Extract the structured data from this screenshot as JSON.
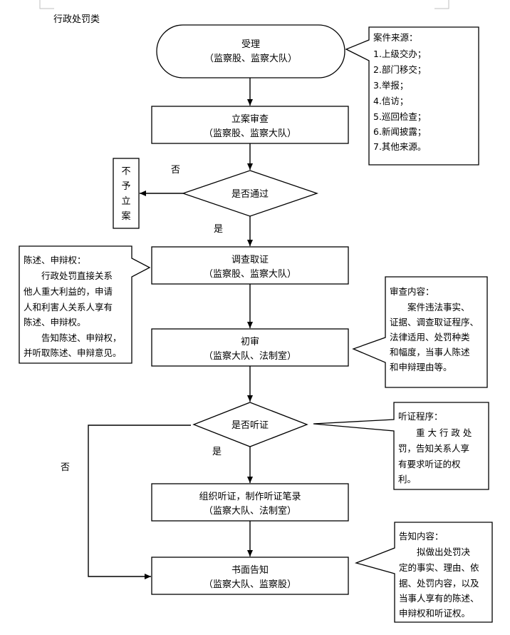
{
  "page_title": "行政处罚类",
  "nodes": {
    "accept": {
      "line1": "受理",
      "line2": "（监察股、监察大队）"
    },
    "register": {
      "line1": "立案审查",
      "line2": "（监察股、监察大队）"
    },
    "pass_q": {
      "label": "是否通过"
    },
    "not_filed": {
      "chars": [
        "不",
        "予",
        "立",
        "案"
      ]
    },
    "investigate": {
      "line1": "调查取证",
      "line2": "（监察股、监察大队）"
    },
    "review": {
      "line1": "初审",
      "line2": "（监察大队、法制室）"
    },
    "hearing_q": {
      "label": "是否听证"
    },
    "hearing": {
      "line1": "组织听证，制作听证笔录",
      "line2": "（监察大队、法制室）"
    },
    "notify": {
      "line1": "书面告知",
      "line2": "（监察大队、监察股）"
    }
  },
  "edge_labels": {
    "no_pass": "否",
    "yes_pass": "是",
    "yes_hearing": "是",
    "no_hearing": "否"
  },
  "callouts": {
    "source": {
      "lines": [
        "案件来源：",
        "1.上级交办；",
        "2.部门移交；",
        "3.举报；",
        "4.信访；",
        "5.巡回检查；",
        "6.新闻披露；",
        "7.其他来源。"
      ]
    },
    "statement": {
      "lines": [
        "陈述、申辩权：",
        "　　行政处罚直接关系",
        "他人重大利益的，申请",
        "人和利害人关系人享有",
        "陈述、申辩权。",
        "　　告知陈述、申辩权，",
        "并听取陈述、申辩意见。"
      ]
    },
    "review_content": {
      "lines": [
        "审查内容：",
        "　　案件违法事实、",
        "证据、调查取证程序、",
        "法律适用、处罚种类",
        "和幅度，当事人陈述",
        "和申辩理由等。"
      ]
    },
    "hearing_procedure": {
      "lines": [
        "听证程序：",
        "　　重 大 行 政 处",
        "罚，告知关系人享",
        "有要求听证的权",
        "利。"
      ]
    },
    "notice_content": {
      "lines": [
        "告知内容：",
        "　　拟做出处罚决",
        "定的事实、理由、依",
        "据、处罚内容，以及",
        "当事人享有的陈述、",
        "申辩权和听证权。"
      ]
    }
  }
}
